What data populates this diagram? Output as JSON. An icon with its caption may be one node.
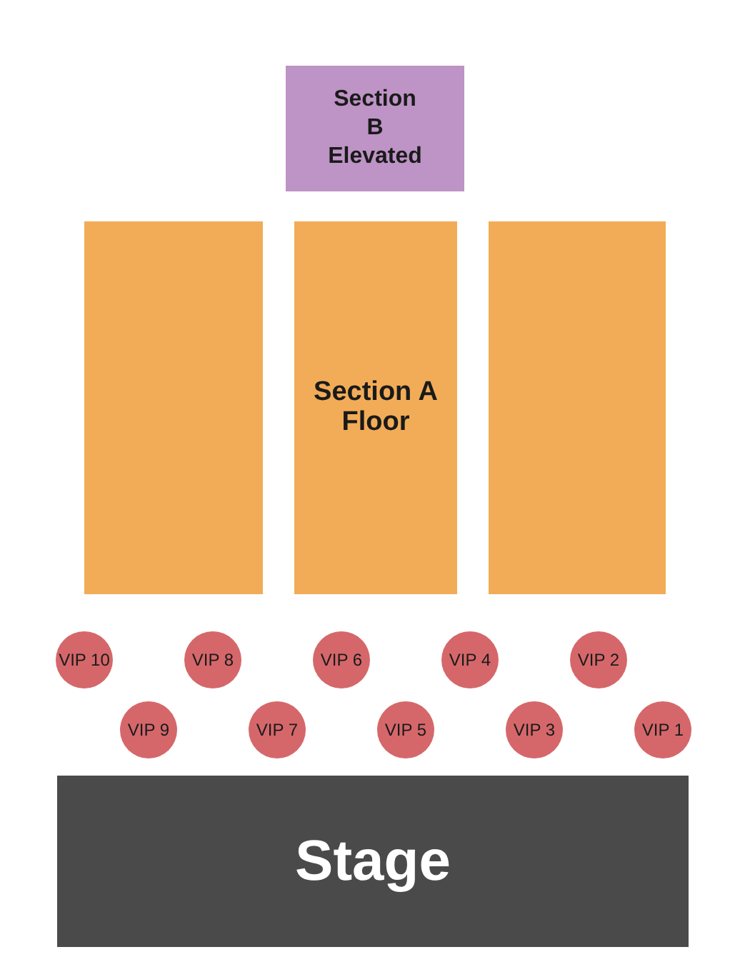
{
  "diagram": {
    "nodes": [
      {
        "text": [
          "Section B Elevated"
        ]
      },
      {
        "text": [],
        "shape": "box"
      },
      {
        "text": [
          "Section A Floor"
        ]
      },
      {
        "text": [],
        "shape": "box"
      },
      {
        "text": [
          "VIP 10"
        ]
      },
      {
        "text": [
          "VIP 8"
        ]
      },
      {
        "text": [
          "VIP 6"
        ]
      },
      {
        "text": [
          "VIP 4"
        ]
      },
      {
        "text": [
          "VIP 2"
        ]
      },
      {
        "text": [
          "VIP 9"
        ]
      },
      {
        "text": [
          "VIP 7"
        ]
      },
      {
        "text": [
          "VIP 5"
        ]
      },
      {
        "text": [
          "VIP 3"
        ]
      },
      {
        "text": [
          "VIP 1"
        ]
      },
      {
        "text": [
          "Stage"
        ]
      }
    ],
    "edges": []
  }
}
